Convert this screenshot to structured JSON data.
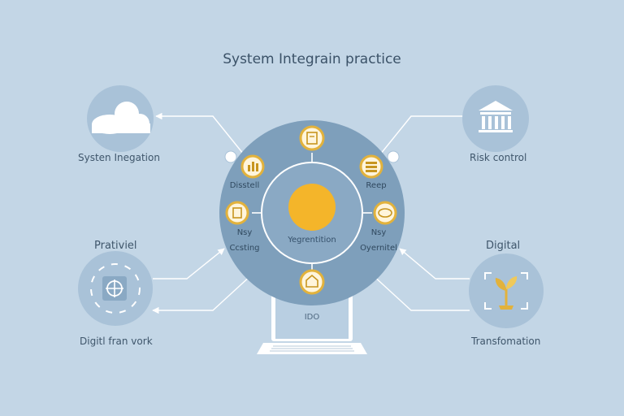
{
  "diagram": {
    "title": "System Integrain practice",
    "center_label": "Yegrentition",
    "laptop_screen_label": "IDO",
    "nodes": {
      "top_left": {
        "label": "Systen Inegation",
        "icon": "cloud-icon"
      },
      "top_right": {
        "label": "Risk control",
        "icon": "bank-icon"
      },
      "bottom_left": {
        "heading": "Prativiel",
        "label": "Digitl fran vork",
        "icon": "crosshair-icon"
      },
      "bottom_right": {
        "heading": "Digital",
        "label": "Transfomation",
        "icon": "sprout-icon"
      }
    },
    "wheel_labels": {
      "left_upper": "Disstell",
      "left_lower_1": "Nsy",
      "left_lower_2": "Ccsting",
      "right_upper": "Reep",
      "right_lower_1": "Nsy",
      "right_lower_2": "Oyernitel"
    },
    "colors": {
      "background": "#c3d6e6",
      "outer_ring": "#7e9fbb",
      "inner_circle": "#8aa9c4",
      "sun": "#f4b52a",
      "node_bg": "#a9c2d8",
      "accent_gold": "#e2b23c",
      "connector": "#ffffff"
    }
  }
}
